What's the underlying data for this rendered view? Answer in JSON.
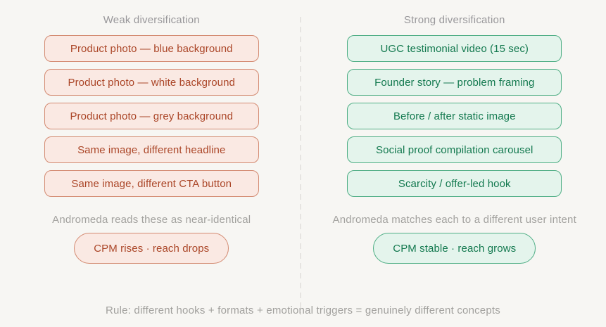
{
  "left": {
    "header": "Weak diversification",
    "items": [
      "Product photo — blue background",
      "Product photo — white background",
      "Product photo — grey background",
      "Same image, different headline",
      "Same image, different CTA button"
    ],
    "caption": "Andromeda reads these as near-identical",
    "pill": "CPM rises · reach drops"
  },
  "right": {
    "header": "Strong diversification",
    "items": [
      "UGC testimonial video (15 sec)",
      "Founder story — problem framing",
      "Before / after static image",
      "Social proof compilation carousel",
      "Scarcity / offer-led hook"
    ],
    "caption": "Andromeda matches each to a different user intent",
    "pill": "CPM stable · reach grows"
  },
  "footer": "Rule: different hooks + formats + emotional triggers = genuinely different concepts",
  "colors": {
    "background": "#f7f6f3",
    "weak_bg": "#fae9e3",
    "weak_border": "#d38a71",
    "weak_text": "#ab4628",
    "strong_bg": "#e4f4ec",
    "strong_border": "#4fae85",
    "strong_text": "#13794f",
    "muted_text": "#a2a19e",
    "header_text": "#98979a",
    "divider": "#e6e4e1"
  }
}
